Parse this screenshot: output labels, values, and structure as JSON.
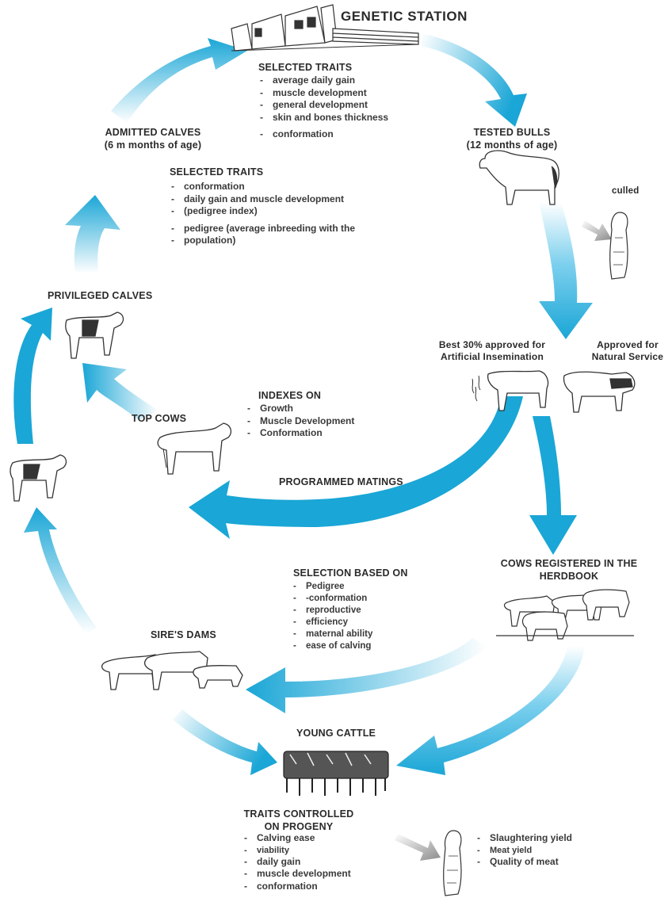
{
  "station": {
    "title": "GENETIC STATION",
    "traits_heading": "SELECTED TRAITS",
    "traits": [
      "average daily gain",
      "muscle development",
      "general development",
      "skin and bones thickness",
      "conformation"
    ]
  },
  "admitted_calves": {
    "title": "ADMITTED CALVES",
    "subtitle": "(6 m months of age)"
  },
  "calf_selection": {
    "heading": "SELECTED TRAITS",
    "traits": [
      "conformation",
      "daily gain and muscle development",
      "(pedigree index)",
      "pedigree (average inbreeding with the",
      "population)"
    ]
  },
  "tested_bulls": {
    "title": "TESTED BULLS",
    "subtitle": "(12 months of age)",
    "culled": "culled"
  },
  "privileged_calves": {
    "title": "PRIVILEGED CALVES"
  },
  "ai_approved": {
    "line1": "Best 30% approved for",
    "line2": "Artificial Insemination"
  },
  "ns_approved": {
    "line1": "Approved for",
    "line2": "Natural Service"
  },
  "top_cows": {
    "title": "TOP COWS",
    "indexes_heading": "INDEXES ON",
    "indexes": [
      "Growth",
      "Muscle Development",
      "Conformation"
    ]
  },
  "programmed_matings": "PROGRAMMED MATINGS",
  "herdbook": {
    "line1": "COWS REGISTERED IN THE",
    "line2": "HERDBOOK"
  },
  "dam_selection": {
    "heading": "SELECTION BASED ON",
    "criteria": [
      "Pedigree",
      "-conformation",
      "reproductive",
      "efficiency",
      "maternal ability",
      "ease of calving"
    ]
  },
  "sires_dams": {
    "title": "SIRE'S DAMS"
  },
  "young_cattle": {
    "title": "YOUNG CATTLE"
  },
  "progeny": {
    "heading_line1": "TRAITS CONTROLLED",
    "heading_line2": "ON PROGENY",
    "traits": [
      "Calving ease",
      "viability",
      "daily gain",
      "muscle development",
      "conformation"
    ]
  },
  "carcass": {
    "traits": [
      "Slaughtering yield",
      "Meat yield",
      "Quality of meat"
    ]
  },
  "colors": {
    "arrow_dark": "#1aa6d6",
    "arrow_light": "#cdeef9",
    "outline": "#333333"
  }
}
